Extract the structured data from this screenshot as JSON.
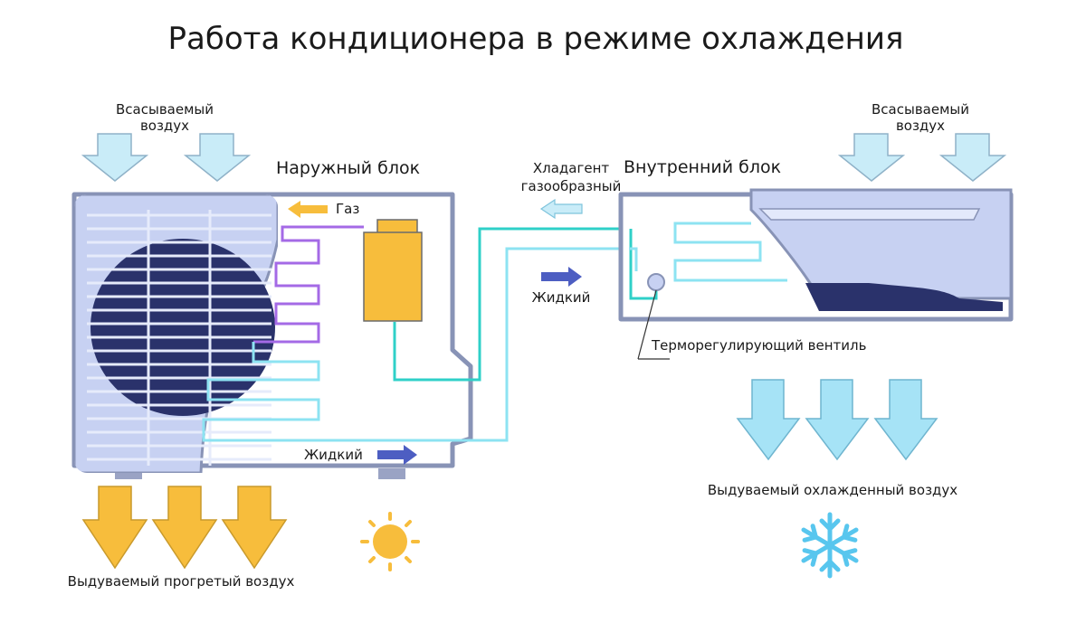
{
  "title": "Работа кондиционера в режиме охлаждения",
  "outdoor": {
    "intake_line1": "Всасываемый",
    "intake_line2": "воздух",
    "unit_label": "Наружный блок",
    "gas_label": "Газ",
    "liquid_label": "Жидкий",
    "exhaust_label": "Выдуваемый прогретый воздух"
  },
  "connection": {
    "refrigerant_line1": "Хладагент",
    "refrigerant_line2": "газообразный",
    "liquid_label": "Жидкий"
  },
  "indoor": {
    "intake_line1": "Всасываемый",
    "intake_line2": "воздух",
    "unit_label": "Внутренний блок",
    "valve_label": "Терморегулирующий вентиль",
    "exhaust_label": "Выдуваемый охлажденный воздух"
  },
  "icons": {
    "heat": "sun-icon",
    "cold": "snowflake-icon"
  },
  "colors": {
    "intake_arrow": "#c9ecf8",
    "cold_air_arrow": "#a6e3f6",
    "warm_air_arrow": "#f7bd3c",
    "gas_pipe": "#a46ae6",
    "cold_pipe": "#8de3f2",
    "main_pipe": "#2fd0c8",
    "compressor": "#f7bd3c",
    "casing_outline": "#8893b6",
    "fan_dark": "#2a326b",
    "unit_panel": "#c7d1f2",
    "liquid_arrow": "#4d5ec2",
    "sun": "#f7bd3c",
    "snowflake": "#58c6ee"
  }
}
